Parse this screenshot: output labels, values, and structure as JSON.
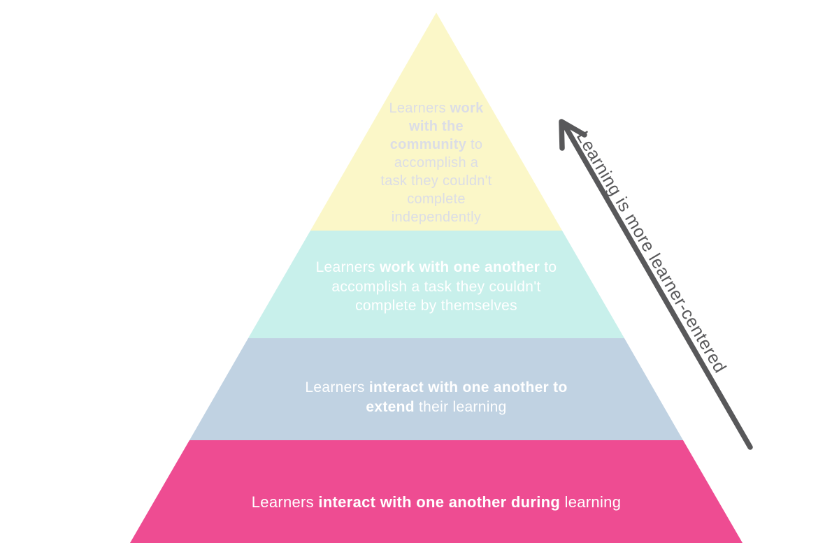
{
  "canvas": {
    "background": "#FFFFFF"
  },
  "pyramid": {
    "levels": [
      {
        "fill": "#FBF7C8",
        "text_color": "#DBDDE6",
        "full_text": "Learners work with the community to accomplish a task they couldn't complete independently",
        "lines": [
          [
            {
              "t": "Learners ",
              "b": false
            },
            {
              "t": "work",
              "b": true
            }
          ],
          [
            {
              "t": "with the",
              "b": true
            }
          ],
          [
            {
              "t": "community",
              "b": true
            },
            {
              "t": " to",
              "b": false
            }
          ],
          [
            {
              "t": "accomplish a",
              "b": false
            }
          ],
          [
            {
              "t": "task they couldn't",
              "b": false
            }
          ],
          [
            {
              "t": "complete",
              "b": false
            }
          ],
          [
            {
              "t": "independently",
              "b": false
            }
          ]
        ]
      },
      {
        "fill": "#C8F0EB",
        "text_color": "#FFFFFF",
        "full_text": "Learners work with one another to accomplish a task they couldn't complete by themselves",
        "lines": [
          [
            {
              "t": "Learners ",
              "b": false
            },
            {
              "t": "work with one another",
              "b": true
            },
            {
              "t": " to",
              "b": false
            }
          ],
          [
            {
              "t": "accomplish a task they couldn't",
              "b": false
            }
          ],
          [
            {
              "t": "complete by themselves",
              "b": false
            }
          ]
        ]
      },
      {
        "fill": "#C0D2E2",
        "text_color": "#FFFFFF",
        "full_text": "Learners interact with one another to extend their learning",
        "lines": [
          [
            {
              "t": "Learners ",
              "b": false
            },
            {
              "t": "interact with one another to",
              "b": true
            }
          ],
          [
            {
              "t": "extend",
              "b": true
            },
            {
              "t": " their learning",
              "b": false
            }
          ]
        ]
      },
      {
        "fill": "#EE4C92",
        "text_color": "#FFFFFF",
        "full_text": "Learners interact with one another during learning",
        "lines": [
          [
            {
              "t": "Learners ",
              "b": false
            },
            {
              "t": "interact with one another during",
              "b": true
            },
            {
              "t": " learning",
              "b": false
            }
          ]
        ]
      }
    ]
  },
  "arrow": {
    "label": "Learning is more learner-centered",
    "color": "#58585A",
    "label_color": "#58585A"
  }
}
